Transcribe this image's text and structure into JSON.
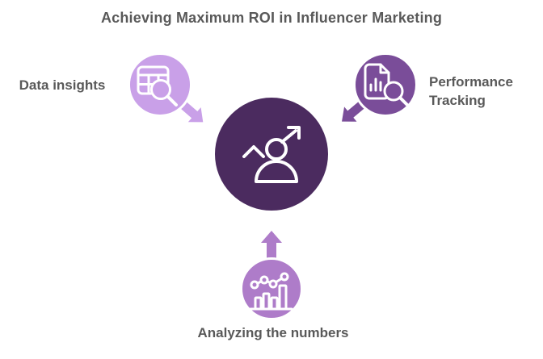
{
  "title": "Achieving Maximum ROI in Influencer Marketing",
  "labels": {
    "left": "Data insights",
    "right": "Performance Tracking",
    "bottom": "Analyzing the numbers"
  },
  "icons": {
    "center": "person-growth-icon",
    "left": "data-table-magnifier-icon",
    "right": "report-magnifier-icon",
    "bottom": "analytics-chart-icon",
    "left_arrow": "arrow-down-right-icon",
    "right_arrow": "arrow-down-left-icon",
    "bottom_arrow": "arrow-up-icon"
  },
  "colors": {
    "background": "#ffffff",
    "title_text": "#595959",
    "label_text": "#595959",
    "center_circle": "#4b2b5f",
    "left_circle": "#c9a0e8",
    "right_circle": "#7a4d99",
    "bottom_circle": "#ae7cc9",
    "icon_stroke": "#ffffff"
  }
}
